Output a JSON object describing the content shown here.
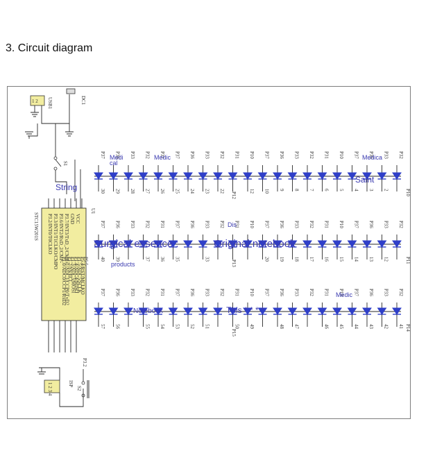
{
  "heading": "3. Circuit diagram",
  "chip": {
    "ref": "U1",
    "part": "STC15W201S",
    "left_pins": [
      "P3.2/INT0/T0CLKO",
      "P3.3/INT1/T1CLKO/CMPO",
      "P3.6/INT2/RxD_2/CMP-",
      "P3.7/INT3/TxD_2/CMP+",
      "GND",
      "VCC"
    ],
    "right_pins": [
      "P1.0/ADC0/CCP1/RxD2",
      "P1.1/ADC1/CCP0/TxD2",
      "P1.2/SS/ECI",
      "P1.3/ADC3/MOSI",
      "P1.4/ADC4/MISO",
      "P1.5/ADC5/SCLK",
      "P5.4/RST/MCLKO",
      "P5.5"
    ]
  },
  "connectors": [
    {
      "ref": "USB1",
      "pins": "1 2"
    },
    {
      "ref": "ISP",
      "pins": "1 2 3 4"
    }
  ],
  "components": [
    "DC1",
    "S1",
    "S2",
    "P3.2"
  ],
  "row1": {
    "ports": [
      "P37",
      "P36",
      "P33",
      "P32",
      "P31",
      "P37",
      "P36",
      "P33",
      "P32",
      "P31",
      "P10",
      "P37",
      "P36",
      "P33",
      "P32",
      "P31",
      "P10",
      "P37",
      "P36",
      "P33",
      "P32"
    ],
    "numbers": [
      "30",
      "29",
      "28",
      "27",
      "26",
      "25",
      "24",
      "23",
      "22",
      "",
      "12",
      "10",
      "9",
      "8",
      "7",
      "6",
      "5",
      "4",
      "3",
      "2",
      ""
    ],
    "tail": "P10"
  },
  "row2": {
    "ports": [
      "P37",
      "P36",
      "P33",
      "P32",
      "P31",
      "P37",
      "P36",
      "P33",
      "P32",
      "P31",
      "P10",
      "P37",
      "P36",
      "P33",
      "P32",
      "P31",
      "P10",
      "P37",
      "P36",
      "P33",
      "P32"
    ],
    "numbers": [
      "40",
      "39",
      "",
      "37",
      "36",
      "35",
      "",
      "33",
      "",
      "",
      "",
      "20",
      "19",
      "18",
      "17",
      "16",
      "15",
      "14",
      "13",
      "12",
      ""
    ],
    "tail": "P11"
  },
  "row3": {
    "ports": [
      "P37",
      "P36",
      "P33",
      "P32",
      "P31",
      "P37",
      "P36",
      "P33",
      "P32",
      "P31",
      "P10",
      "P37",
      "P36",
      "P33",
      "P32",
      "P31",
      "P10",
      "P37",
      "P36",
      "P33",
      "P32"
    ],
    "numbers": [
      "57",
      "56",
      "",
      "55",
      "54",
      "53",
      "52",
      "51",
      "",
      "50",
      "49",
      "",
      "48",
      "47",
      "",
      "46",
      "45",
      "44",
      "43",
      "42",
      "41"
    ],
    "tail": "P14"
  },
  "overlays": {
    "string": "String",
    "surgical": "Surgical essence :",
    "original": "Original notebook",
    "products": "products",
    "notebook": "Notebook",
    "this": "This * * * *",
    "saint": "Saint",
    "medi1": "Medi",
    "medi1b": "cal",
    "medi2": "Medic",
    "medi3": "Medica",
    "medi4": "Medic",
    "dis": "Dis",
    "p12": "P12",
    "p13": "P13",
    "p15": "P15"
  },
  "colors": {
    "led": "#2f3fc8",
    "wire": "#2a2a2a",
    "overlay_text": "#3a3ab0",
    "chip_fill": "#f2eda0",
    "connector_fill": "#f2eda0"
  }
}
